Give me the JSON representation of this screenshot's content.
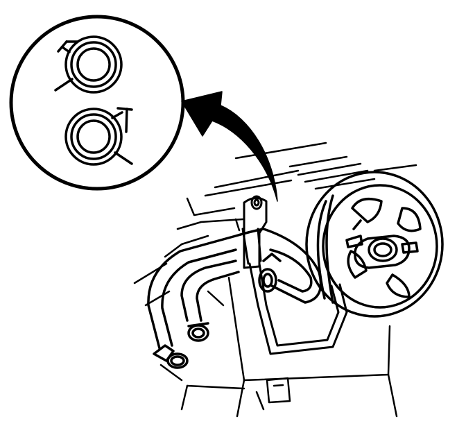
{
  "diagram": {
    "colors": {
      "stroke": "#000000",
      "background": "#ffffff",
      "arrow": "#000000"
    },
    "detail_view": {
      "shape": "circle",
      "items": [
        "upper-hose-clamp",
        "lower-hose-clamp"
      ]
    },
    "callout_arrow": {
      "direction": "from-heater-pipe-to-detail-view"
    }
  }
}
